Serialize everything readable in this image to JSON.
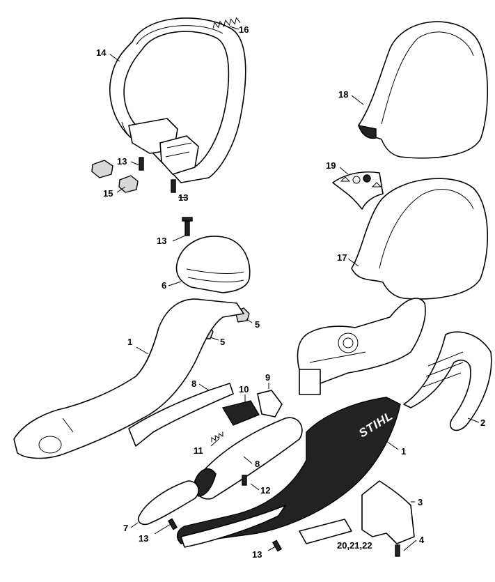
{
  "diagram": {
    "brand_label": "STIHL",
    "callouts": [
      {
        "id": "c16",
        "text": "16"
      },
      {
        "id": "c14",
        "text": "14"
      },
      {
        "id": "c18",
        "text": "18"
      },
      {
        "id": "c13a",
        "text": "13"
      },
      {
        "id": "c13b",
        "text": "13"
      },
      {
        "id": "c15",
        "text": "15"
      },
      {
        "id": "c19",
        "text": "19"
      },
      {
        "id": "c13c",
        "text": "13"
      },
      {
        "id": "c17",
        "text": "17"
      },
      {
        "id": "c6",
        "text": "6"
      },
      {
        "id": "c5a",
        "text": "5"
      },
      {
        "id": "c5b",
        "text": "5"
      },
      {
        "id": "c1a",
        "text": "1"
      },
      {
        "id": "c9",
        "text": "9"
      },
      {
        "id": "c8a",
        "text": "8"
      },
      {
        "id": "c10",
        "text": "10"
      },
      {
        "id": "c11",
        "text": "11"
      },
      {
        "id": "c1b",
        "text": "1"
      },
      {
        "id": "c2",
        "text": "2"
      },
      {
        "id": "c8b",
        "text": "8"
      },
      {
        "id": "c12",
        "text": "12"
      },
      {
        "id": "c3",
        "text": "3"
      },
      {
        "id": "c7",
        "text": "7"
      },
      {
        "id": "c13d",
        "text": "13"
      },
      {
        "id": "c20",
        "text": "20,21,22"
      },
      {
        "id": "c4",
        "text": "4"
      },
      {
        "id": "c13e",
        "text": "13"
      }
    ]
  }
}
